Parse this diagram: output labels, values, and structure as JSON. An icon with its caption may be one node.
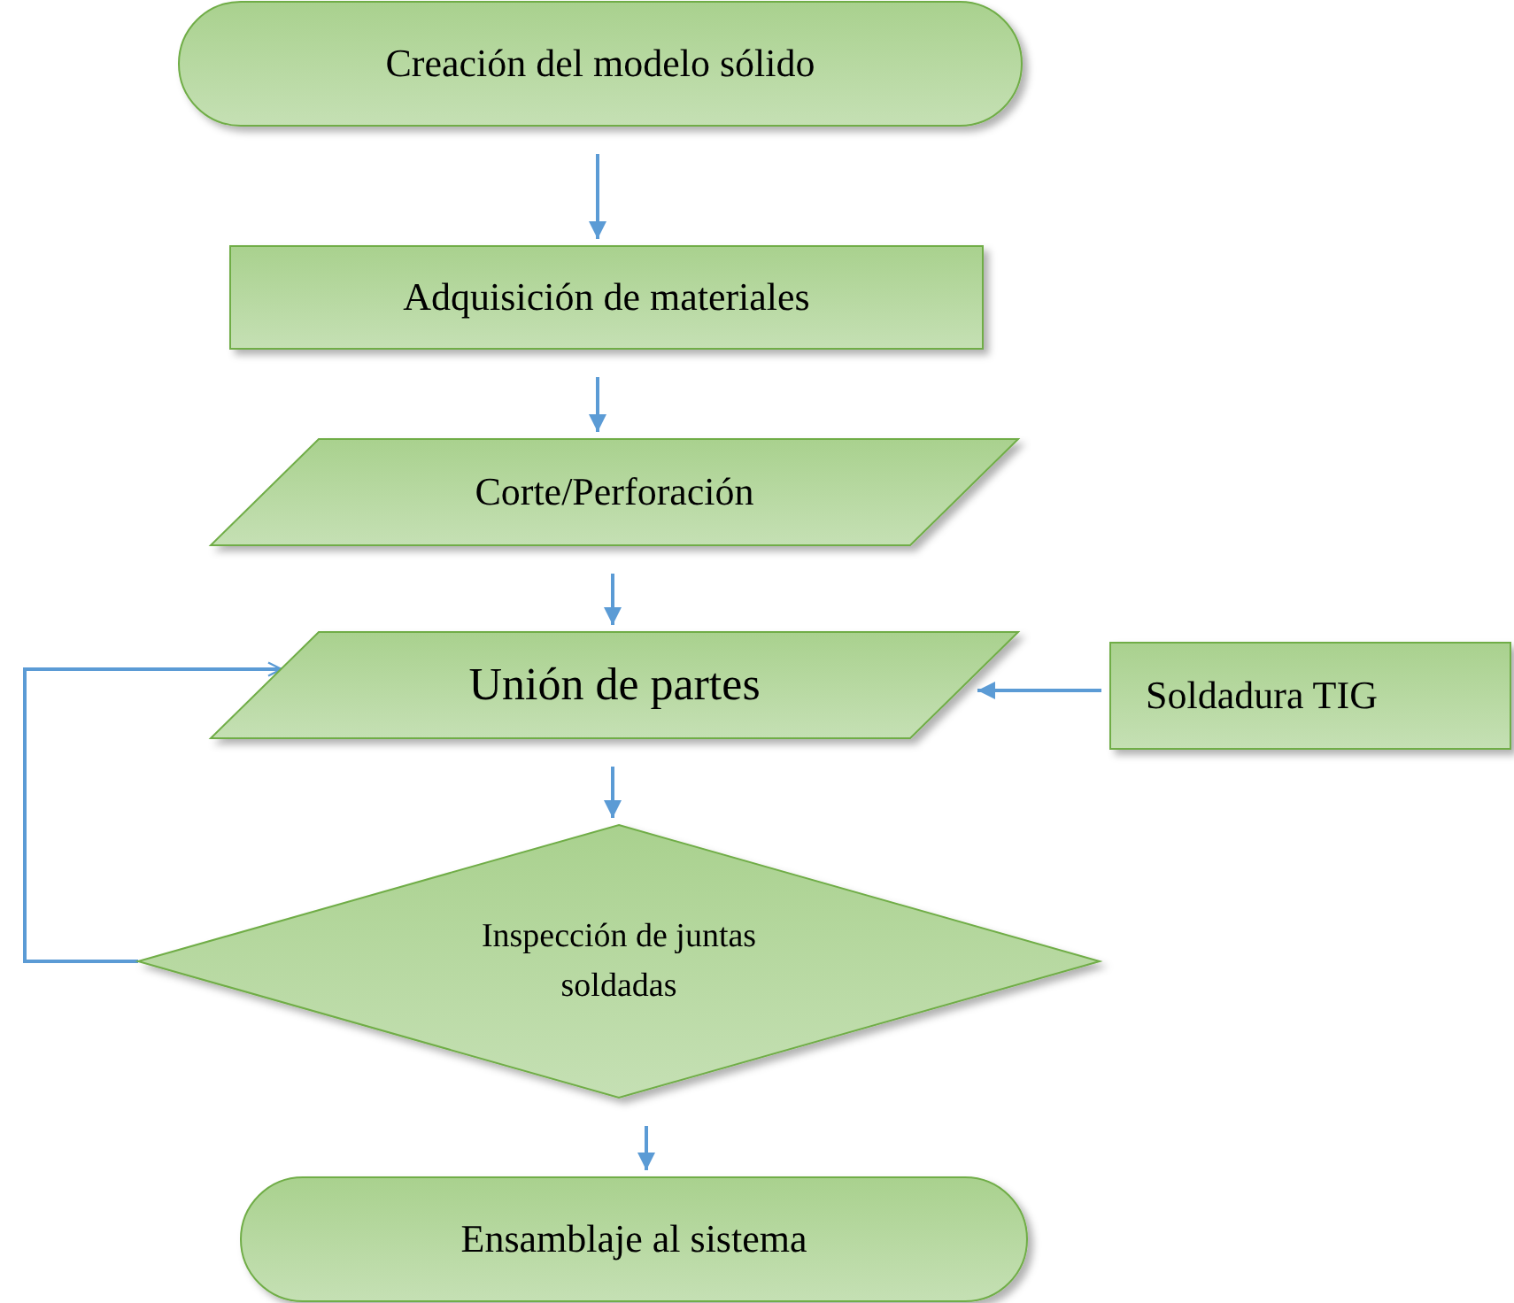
{
  "diagram": {
    "nodes": [
      {
        "text": [
          "Creación del modelo sólido"
        ]
      },
      {
        "text": [
          "Adquisición de materiales"
        ]
      },
      {
        "text": [
          "Corte/Perforación"
        ]
      },
      {
        "text": [
          "Unión de partes"
        ]
      },
      {
        "text": [
          "Soldadura TIG"
        ]
      },
      {
        "text": [
          "Inspección de juntas soldadas"
        ]
      },
      {
        "text": [
          "Ensamblaje al sistema"
        ]
      }
    ],
    "edges": [
      {
        "from": 0,
        "to": 1,
        "arrow": "to"
      },
      {
        "from": 1,
        "to": 2,
        "arrow": "to"
      },
      {
        "from": 2,
        "to": 3,
        "arrow": "to"
      },
      {
        "from": 4,
        "to": 3,
        "arrow": "to"
      },
      {
        "from": 3,
        "to": 5,
        "arrow": "to"
      },
      {
        "from": 5,
        "to": 3,
        "arrow": "to"
      },
      {
        "from": 5,
        "to": 6,
        "arrow": "to"
      }
    ]
  }
}
